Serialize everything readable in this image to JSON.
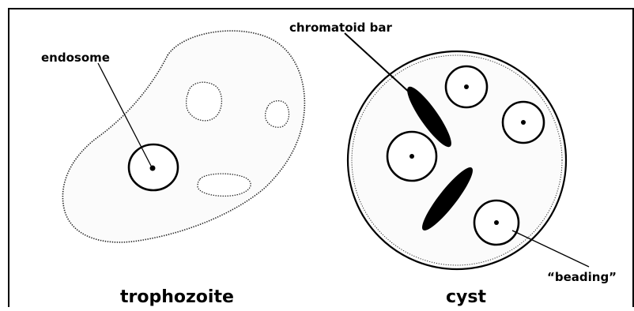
{
  "labels": {
    "endosome": "endosome",
    "chromatoid_bar": "chromatoid bar",
    "beading": "“beading”",
    "trophozoite": "trophozoite",
    "cyst": "cyst"
  }
}
